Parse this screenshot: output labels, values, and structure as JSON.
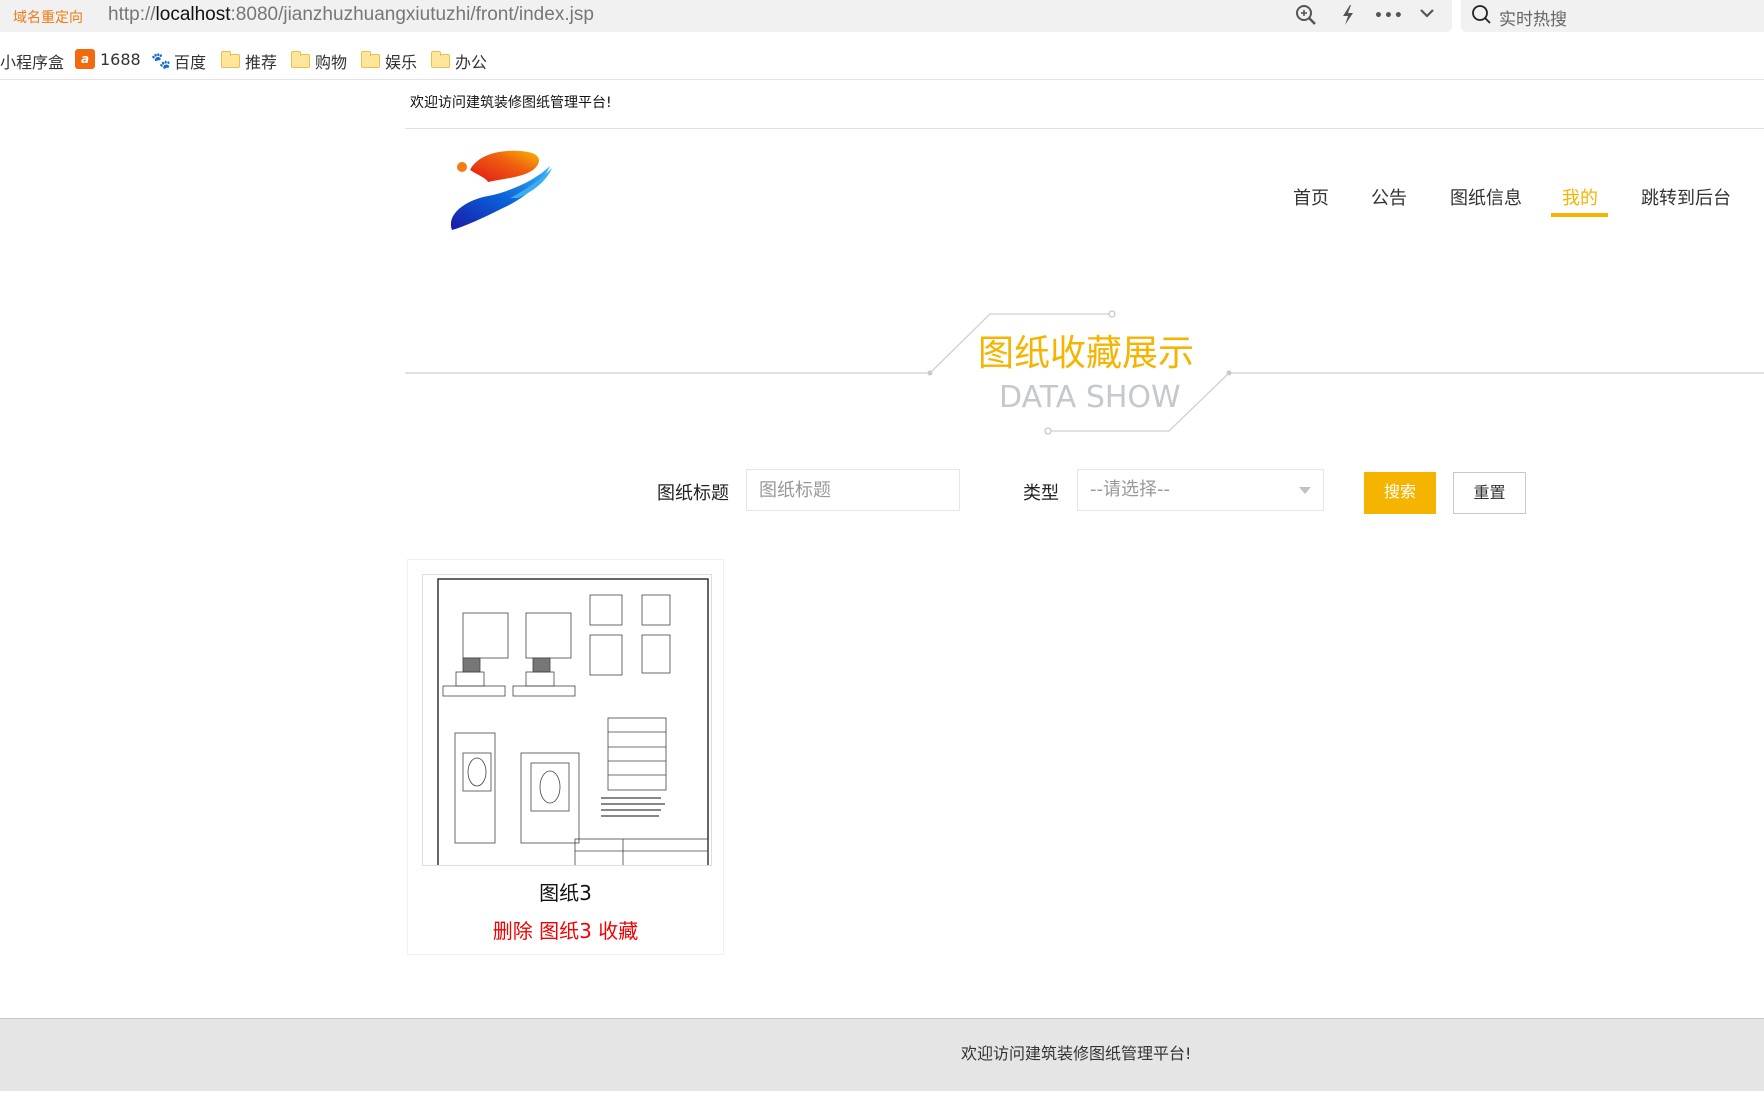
{
  "browser": {
    "redirect_label": "域名重定向",
    "url_prefix": "http://",
    "url_host": "localhost",
    "url_rest": ":8080/jianzhuzhuangxiutuzhi/front/index.jsp",
    "icons": [
      "zoom-in-icon",
      "lightning-icon",
      "more-icon",
      "chevron-down-icon"
    ],
    "hot_search_label": "实时热搜",
    "bookmarks": [
      {
        "label": "小程序盒",
        "icon": "none"
      },
      {
        "label": "1688",
        "icon": "alibaba-icon"
      },
      {
        "label": "百度",
        "icon": "baidu-icon"
      },
      {
        "label": "推荐",
        "icon": "folder-icon"
      },
      {
        "label": "购物",
        "icon": "folder-icon"
      },
      {
        "label": "娱乐",
        "icon": "folder-icon"
      },
      {
        "label": "办公",
        "icon": "folder-icon"
      }
    ]
  },
  "header": {
    "welcome": "欢迎访问建筑装修图纸管理平台!",
    "nav": [
      {
        "label": "首页",
        "active": false
      },
      {
        "label": "公告",
        "active": false
      },
      {
        "label": "图纸信息",
        "active": false
      },
      {
        "label": "我的",
        "active": true
      },
      {
        "label": "跳转到后台",
        "active": false
      }
    ]
  },
  "section": {
    "title_cn": "图纸收藏展示",
    "title_en": "DATA SHOW"
  },
  "search": {
    "title_label": "图纸标题",
    "title_placeholder": "图纸标题",
    "type_label": "类型",
    "type_selected": "--请选择--",
    "search_button": "搜索",
    "reset_button": "重置"
  },
  "cards": [
    {
      "title": "图纸3",
      "action": "删除 图纸3 收藏"
    }
  ],
  "footer": {
    "text": "欢迎访问建筑装修图纸管理平台!"
  },
  "colors": {
    "accent": "#f4b400",
    "danger": "#f30000",
    "footer_bg": "#e5e5e5"
  }
}
